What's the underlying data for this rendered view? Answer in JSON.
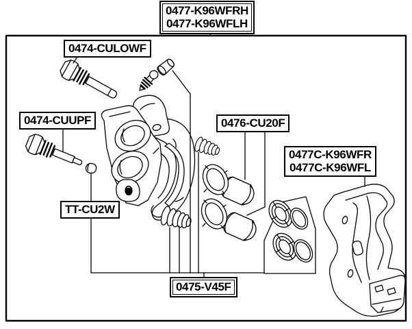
{
  "diagram": {
    "type": "exploded-parts-diagram",
    "subject": "front brake caliper assembly",
    "colors": {
      "line": "#000000",
      "background": "#ffffff"
    },
    "labels": {
      "assembly": {
        "line1": "0477-K96WFRH",
        "line2": "0477-K96WFLH"
      },
      "guide_pin_lower": "0474-CULOWF",
      "guide_pin_upper": "0474-CUUPF",
      "cylinder_piston": "0476-CU20F",
      "bracket": {
        "line1": "0477C-K96WFR",
        "line2": "0477C-K96WFL"
      },
      "pin_cap": "TT-CU2W",
      "repair_kit": "0475-V45F"
    }
  }
}
